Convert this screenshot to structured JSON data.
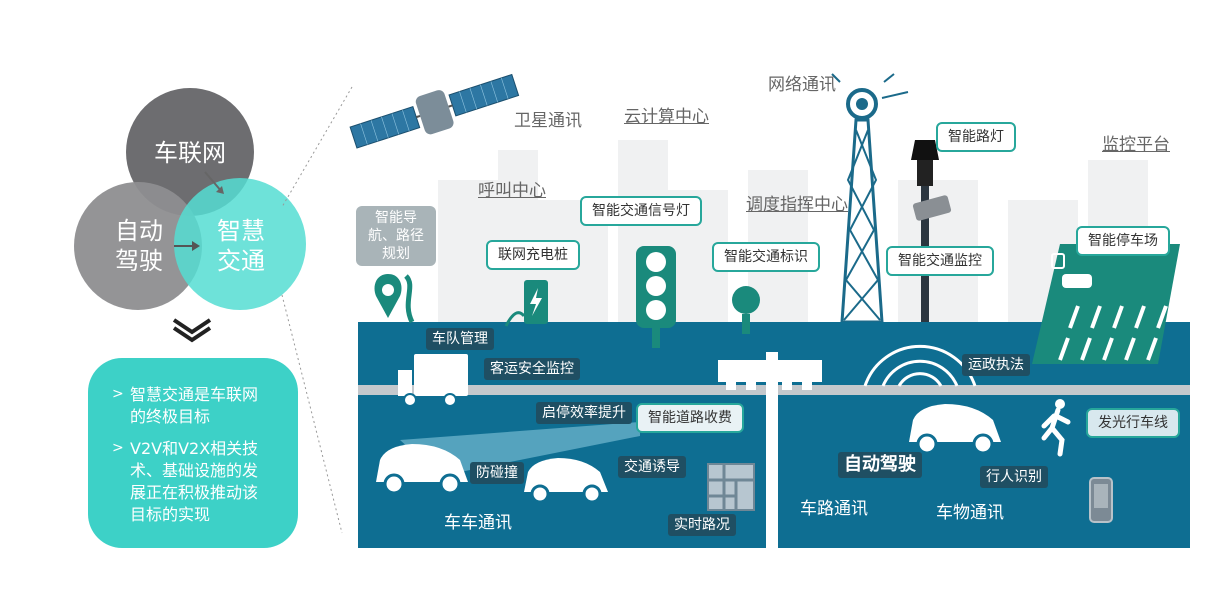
{
  "venn": {
    "top": "车联网",
    "left_line1": "自动",
    "left_line2": "驾驶",
    "right_line1": "智慧",
    "right_line2": "交通"
  },
  "notes": {
    "bullet": ">",
    "item1": "智慧交通是车联网的终极目标",
    "item2": "V2V和V2X相关技术、基础设施的发展正在积极推动该目标的实现"
  },
  "labels": {
    "satellite": "卫星通讯",
    "cloud": "云计算中心",
    "network": "网络通讯",
    "smart_light": "智能路灯",
    "monitor_platform": "监控平台",
    "call_center": "呼叫中心",
    "navigation": "智能导航、路径规划",
    "traffic_signal": "智能交通信号灯",
    "dispatch": "调度指挥中心",
    "charging": "联网充电桩",
    "traffic_sign": "智能交通标识",
    "traffic_monitor": "智能交通监控",
    "smart_parking": "智能停车场",
    "fleet": "车队管理",
    "passenger_safety": "客运安全监控",
    "enforcement": "运政执法",
    "efficiency": "启停效率提升",
    "toll": "智能道路收费",
    "glow_lane": "发光行车线",
    "anti_collision": "防碰撞",
    "traffic_guide": "交通诱导",
    "autonomous": "自动驾驶",
    "pedestrian": "行人识别",
    "v2v": "车车通讯",
    "v2i": "车路通讯",
    "v2x": "车物通讯",
    "realtime_traffic": "实时路况"
  },
  "colors": {
    "venn_top": "#6d6d70",
    "venn_left": "#8e8e90",
    "venn_right": "#55ddd2",
    "teal": "#3dd1c7",
    "scene_blue": "#0e6e92",
    "dark_teal": "#1b7a75"
  },
  "icons": [
    "satellite-icon",
    "antenna-icon",
    "street-lamp-icon",
    "camera-icon",
    "traffic-light-icon",
    "charger-icon",
    "map-pin-icon",
    "sign-icon",
    "parking-icon",
    "truck-icon",
    "car-icon",
    "pedestrian-icon",
    "phone-icon",
    "map-icon",
    "toll-gate-icon"
  ]
}
